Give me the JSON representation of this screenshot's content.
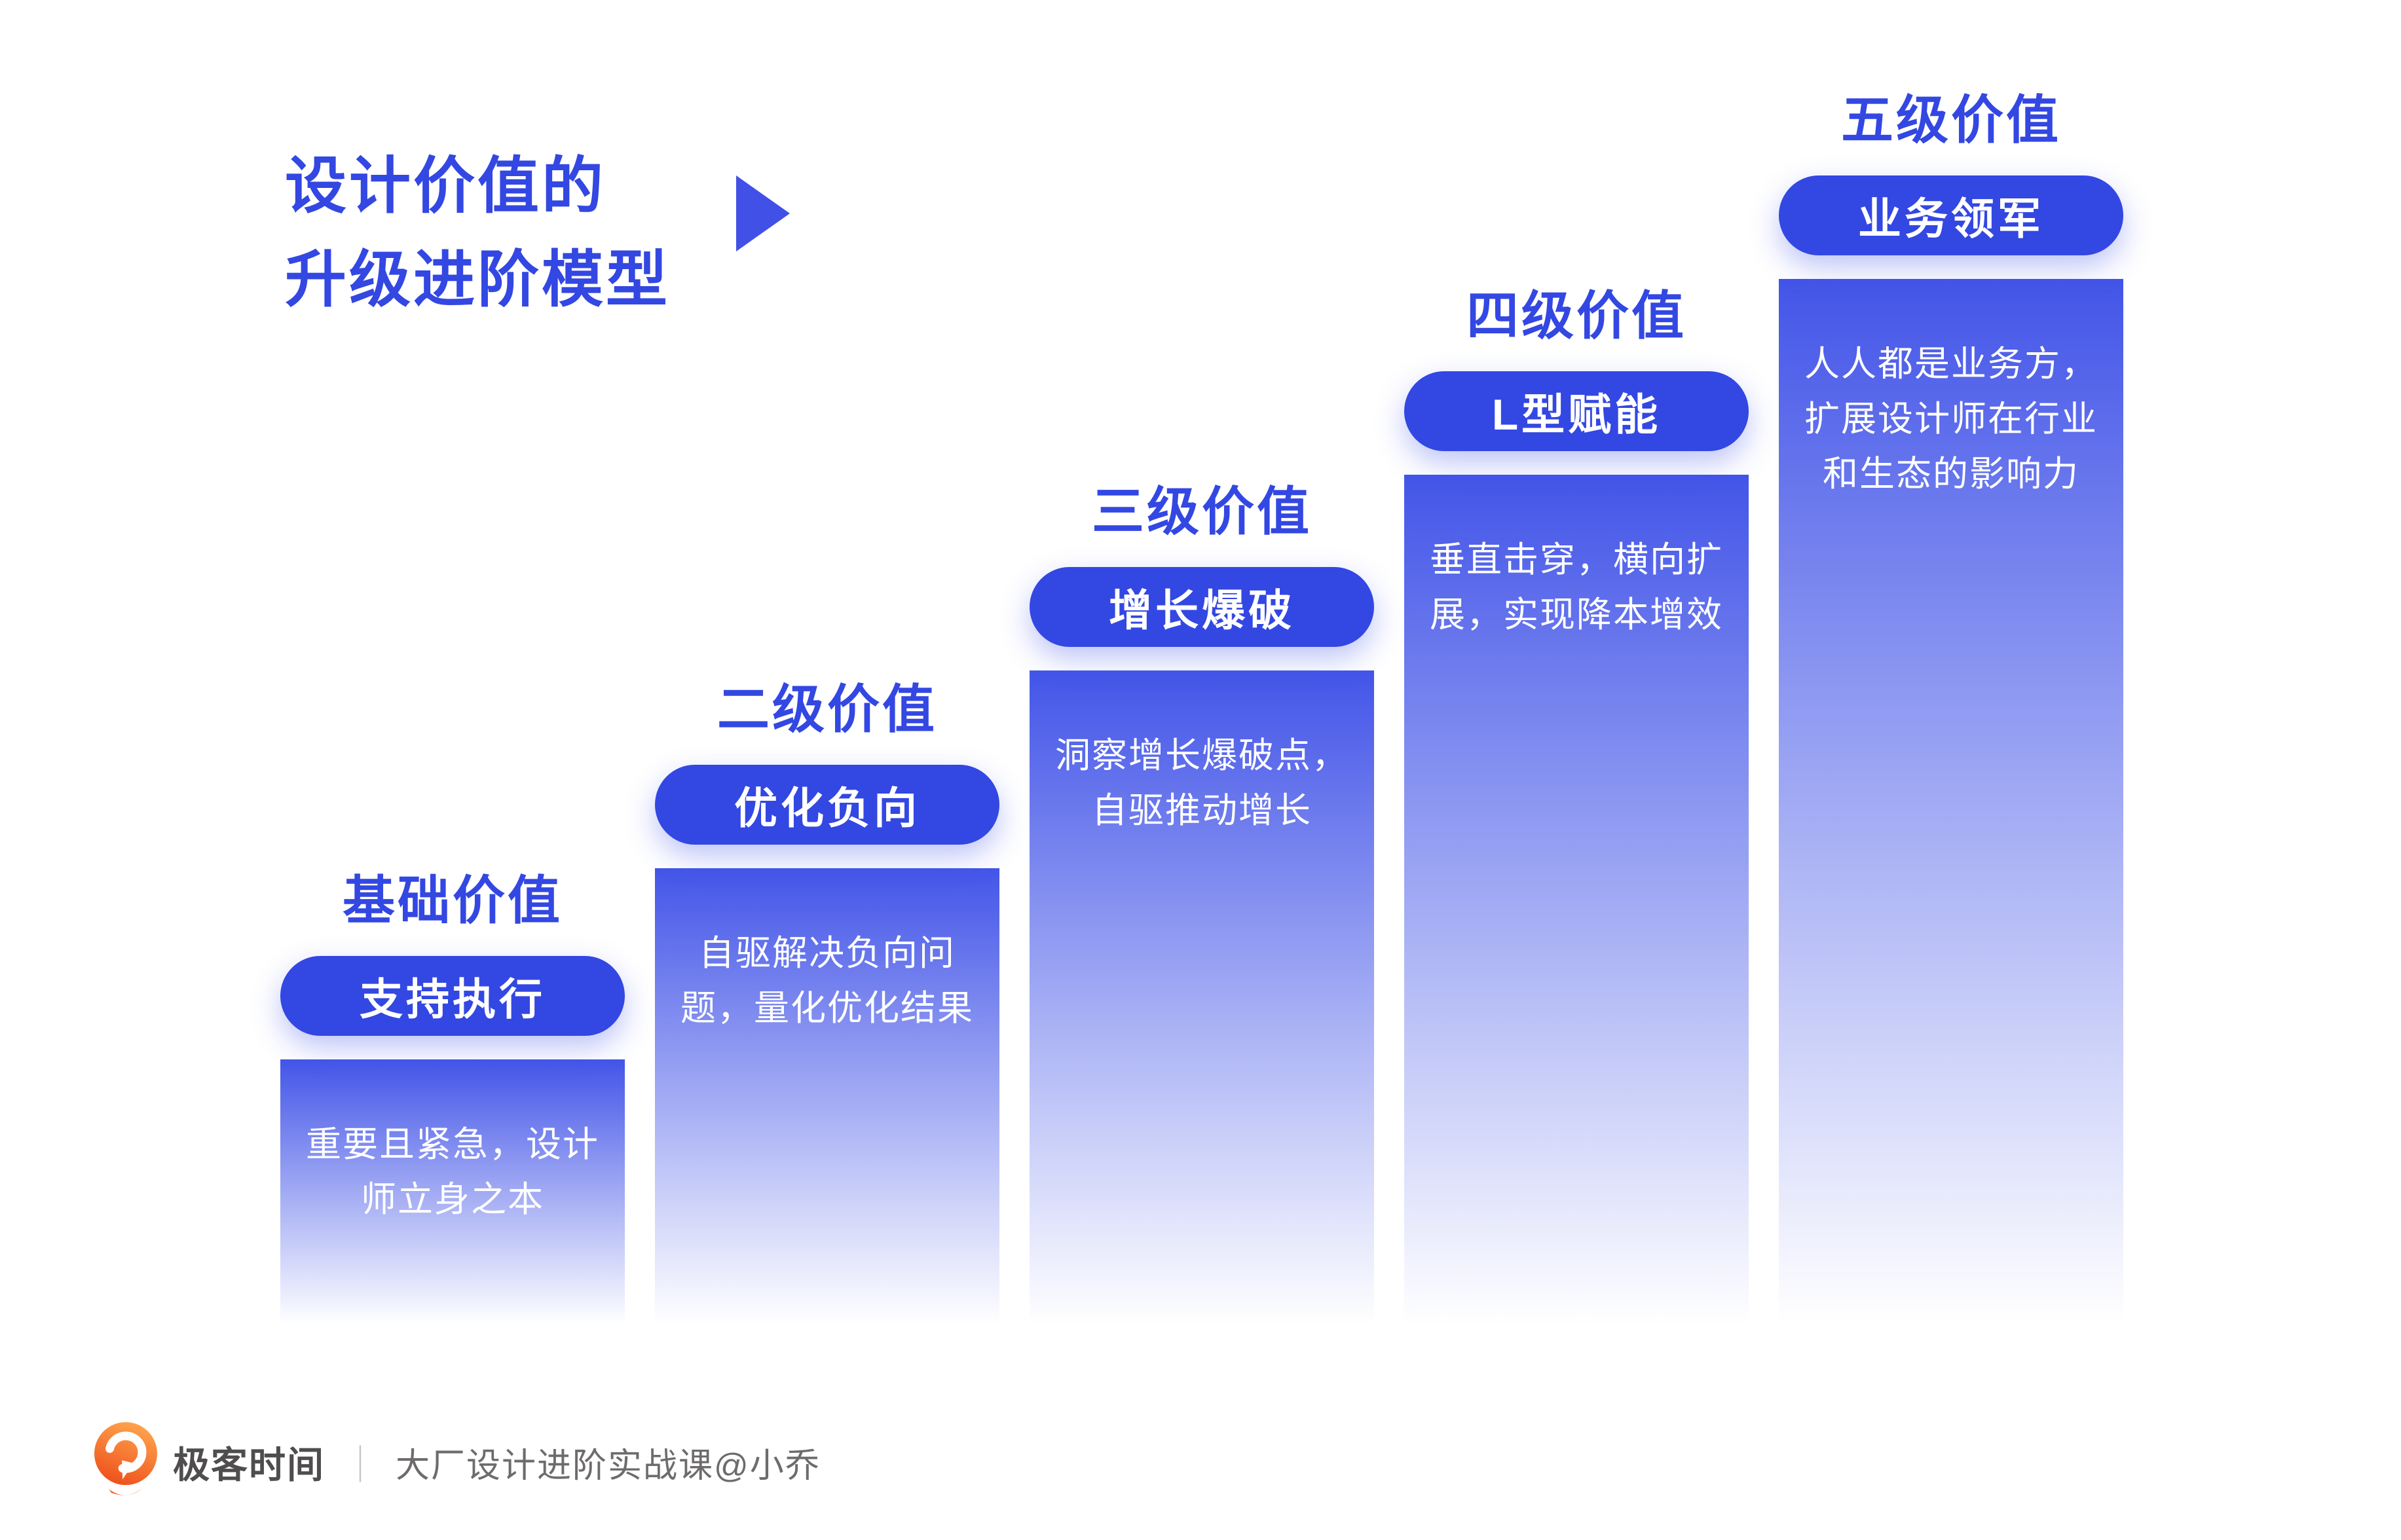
{
  "title": {
    "line1": "设计价值的",
    "line2": "升级进阶模型"
  },
  "levels": [
    {
      "header": "基础价值",
      "pill": "支持执行",
      "body": "重要且紧急，设计师立身之本"
    },
    {
      "header": "二级价值",
      "pill": "优化负向",
      "body": "自驱解决负向问题，量化优化结果"
    },
    {
      "header": "三级价值",
      "pill": "增长爆破",
      "body": "洞察增长爆破点，自驱推动增长"
    },
    {
      "header": "四级价值",
      "pill": "L型赋能",
      "body": "垂直击穿，横向扩展，实现降本增效"
    },
    {
      "header": "五级价值",
      "pill": "业务领军",
      "body": "人人都是业务方，扩展设计师在行业和生态的影响力"
    }
  ],
  "footer": {
    "brand": "极客时间",
    "separator": "｜",
    "course": "大厂设计进阶实战课@小乔"
  },
  "colors": {
    "accent_blue": "#3347E2",
    "column_top_blue": "#4355E8",
    "column_bottom": "#FFFFFF",
    "logo_orange_light": "#FFA64F",
    "logo_orange_dark": "#EE4F1A",
    "footer_brand_gray": "#4F4D4D",
    "footer_course_gray": "#6E6B6B"
  }
}
